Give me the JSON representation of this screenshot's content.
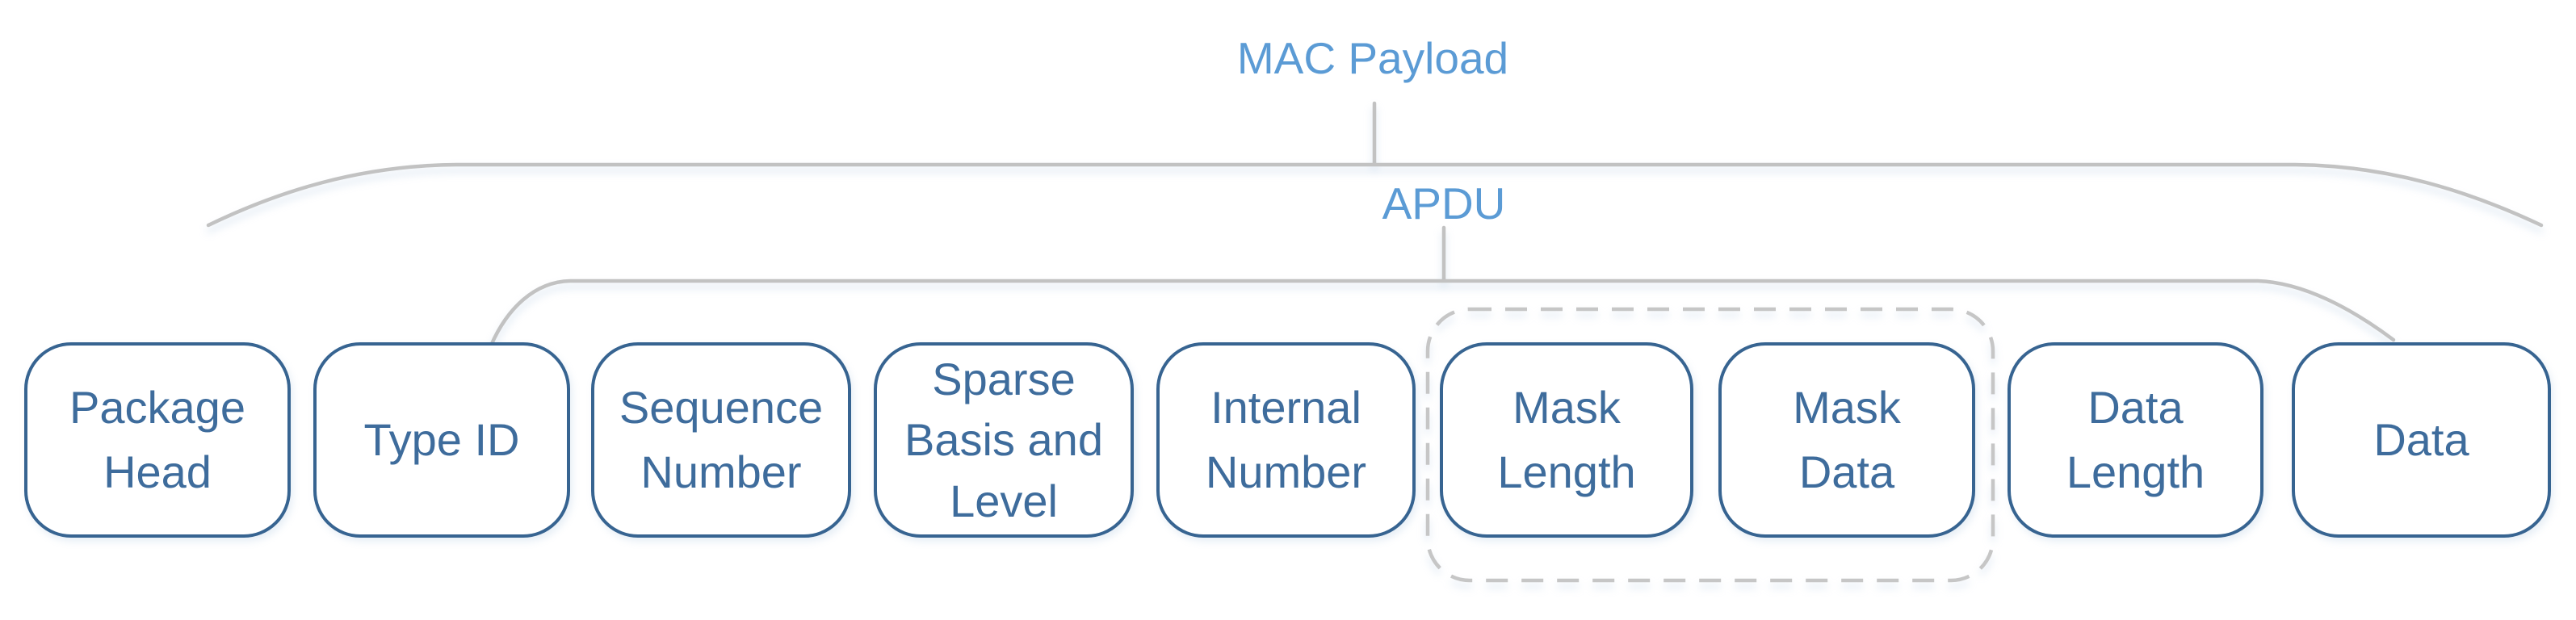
{
  "diagram": {
    "level1_label": "MAC Payload",
    "level2_label": "APDU",
    "boxes": [
      {
        "label": "Package\nHead"
      },
      {
        "label": "Type ID"
      },
      {
        "label": "Sequence\nNumber"
      },
      {
        "label": "Sparse\nBasis and\nLevel"
      },
      {
        "label": "Internal\nNumber"
      },
      {
        "label": "Mask\nLength"
      },
      {
        "label": "Mask\nData"
      },
      {
        "label": "Data\nLength"
      },
      {
        "label": "Data"
      }
    ],
    "optional_group_box_labels": [
      "Mask\nLength",
      "Mask\nData"
    ],
    "colors": {
      "accent_blue": "#5B9BD5",
      "box_border": "#376491",
      "box_text": "#3E6C9C",
      "line_gray": "#C2C2C2",
      "dash_gray": "#C6C6C6",
      "bg": "#FFFFFF"
    }
  }
}
